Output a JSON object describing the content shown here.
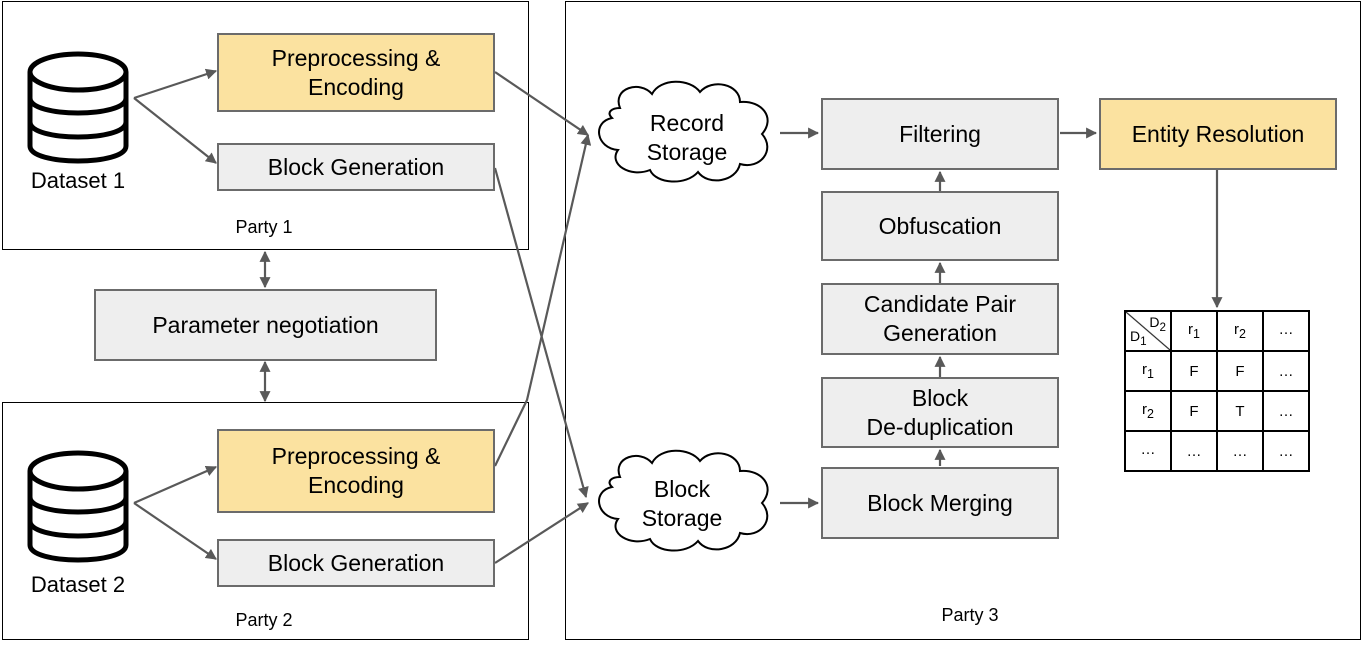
{
  "party1": {
    "label": "Party 1",
    "dataset_label": "Dataset 1",
    "preprocess_label": "Preprocessing &\nEncoding",
    "block_gen_label": "Block Generation"
  },
  "party2": {
    "label": "Party 2",
    "dataset_label": "Dataset 2",
    "preprocess_label": "Preprocessing &\nEncoding",
    "block_gen_label": "Block Generation"
  },
  "parameter_negotiation_label": "Parameter negotiation",
  "party3": {
    "label": "Party 3",
    "record_storage_label": "Record\nStorage",
    "block_storage_label": "Block\nStorage",
    "filtering_label": "Filtering",
    "obfuscation_label": "Obfuscation",
    "candidate_pair_label": "Candidate Pair\nGeneration",
    "block_dedup_label": "Block\nDe-duplication",
    "block_merging_label": "Block Merging",
    "entity_resolution_label": "Entity Resolution"
  },
  "matrix": {
    "corner_top": "D",
    "corner_top_sub": "2",
    "corner_bottom": "D",
    "corner_bottom_sub": "1",
    "header": [
      {
        "main": "r",
        "sub": "1"
      },
      {
        "main": "r",
        "sub": "2"
      },
      {
        "main": "…",
        "sub": ""
      }
    ],
    "rows": [
      {
        "head_main": "r",
        "head_sub": "1",
        "cells": [
          "F",
          "F",
          "…"
        ]
      },
      {
        "head_main": "r",
        "head_sub": "2",
        "cells": [
          "F",
          "T",
          "…"
        ]
      },
      {
        "head_main": "…",
        "head_sub": "",
        "cells": [
          "…",
          "…",
          "…"
        ]
      }
    ]
  },
  "colors": {
    "highlight_fill": "#fbe2a0",
    "process_fill": "#eeeeee",
    "arrow": "#595959"
  }
}
